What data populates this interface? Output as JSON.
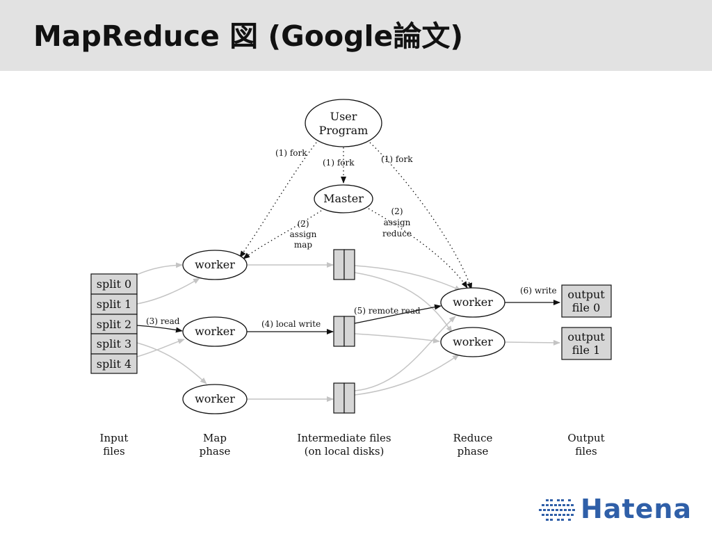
{
  "slide": {
    "title": "MapReduce 図 (Google論文)",
    "logo_text": "Hatena",
    "logo_color": "#2f5fa8"
  },
  "diagram": {
    "user_program": [
      "User",
      "Program"
    ],
    "master": "Master",
    "worker_label": "worker",
    "splits": [
      "split 0",
      "split 1",
      "split 2",
      "split 3",
      "split 4"
    ],
    "outputs": [
      [
        "output",
        "file 0"
      ],
      [
        "output",
        "file 1"
      ]
    ],
    "edges": {
      "fork_left": "(1) fork",
      "fork_mid": "(1) fork",
      "fork_right": "(1) fork",
      "assign_map": [
        "(2)",
        "assign",
        "map"
      ],
      "assign_reduce": [
        "(2)",
        "assign",
        "reduce"
      ],
      "read": "(3) read",
      "local_write": "(4) local write",
      "remote_read": "(5) remote read",
      "write": "(6) write"
    },
    "phases": [
      [
        "Input",
        "files"
      ],
      [
        "Map",
        "phase"
      ],
      [
        "Intermediate files",
        "(on local disks)"
      ],
      [
        "Reduce",
        "phase"
      ],
      [
        "Output",
        "files"
      ]
    ],
    "colors": {
      "box_fill": "#d6d6d6",
      "grey_arrow": "#c4c4c4",
      "line": "#111111"
    }
  }
}
